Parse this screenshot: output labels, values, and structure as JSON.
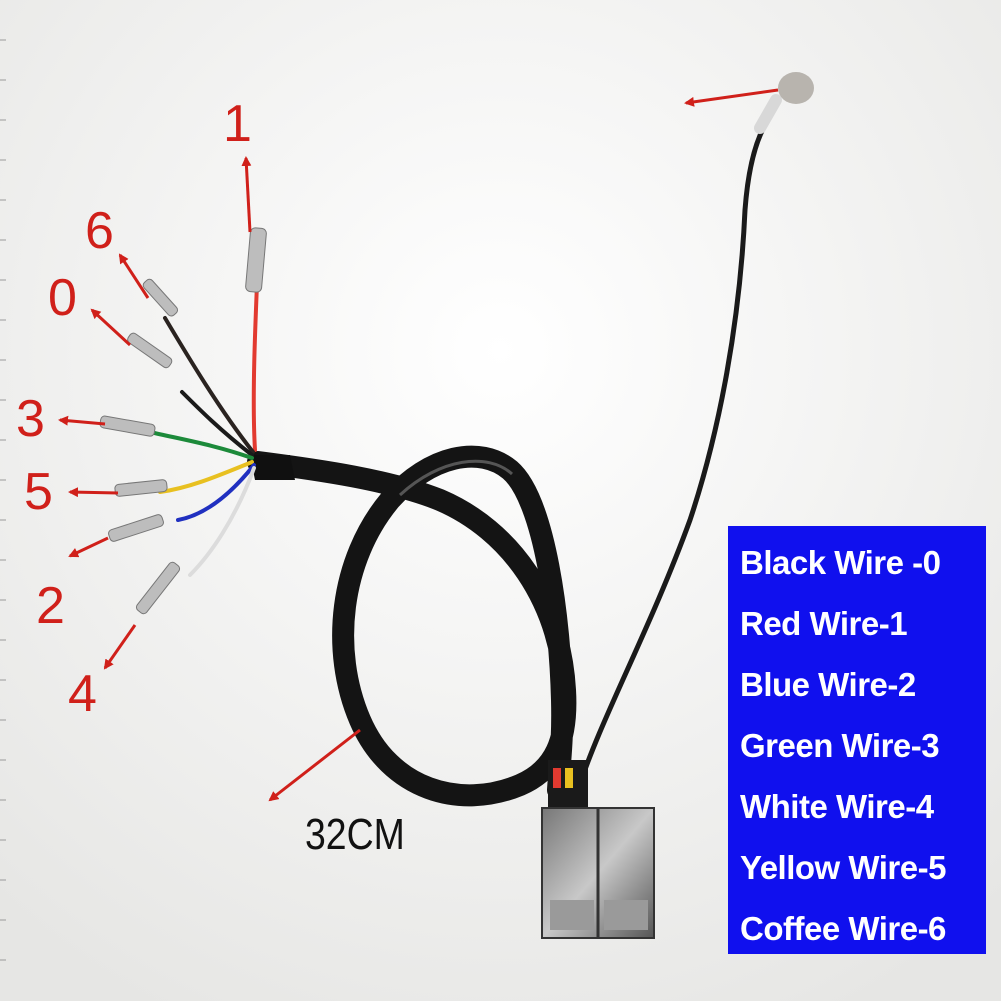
{
  "wire_numbers": [
    "1",
    "6",
    "0",
    "3",
    "5",
    "2",
    "4"
  ],
  "length_label": "32CM",
  "legend": {
    "items": [
      "Black Wire -0",
      "Red Wire-1",
      "Blue Wire-2",
      "Green Wire-3",
      "White Wire-4",
      "Yellow Wire-5",
      "Coffee Wire-6"
    ]
  },
  "colors": {
    "annotation": "#d0201a",
    "legend_bg": "#1010ee",
    "legend_text": "#ffffff",
    "cable": "#151515"
  }
}
